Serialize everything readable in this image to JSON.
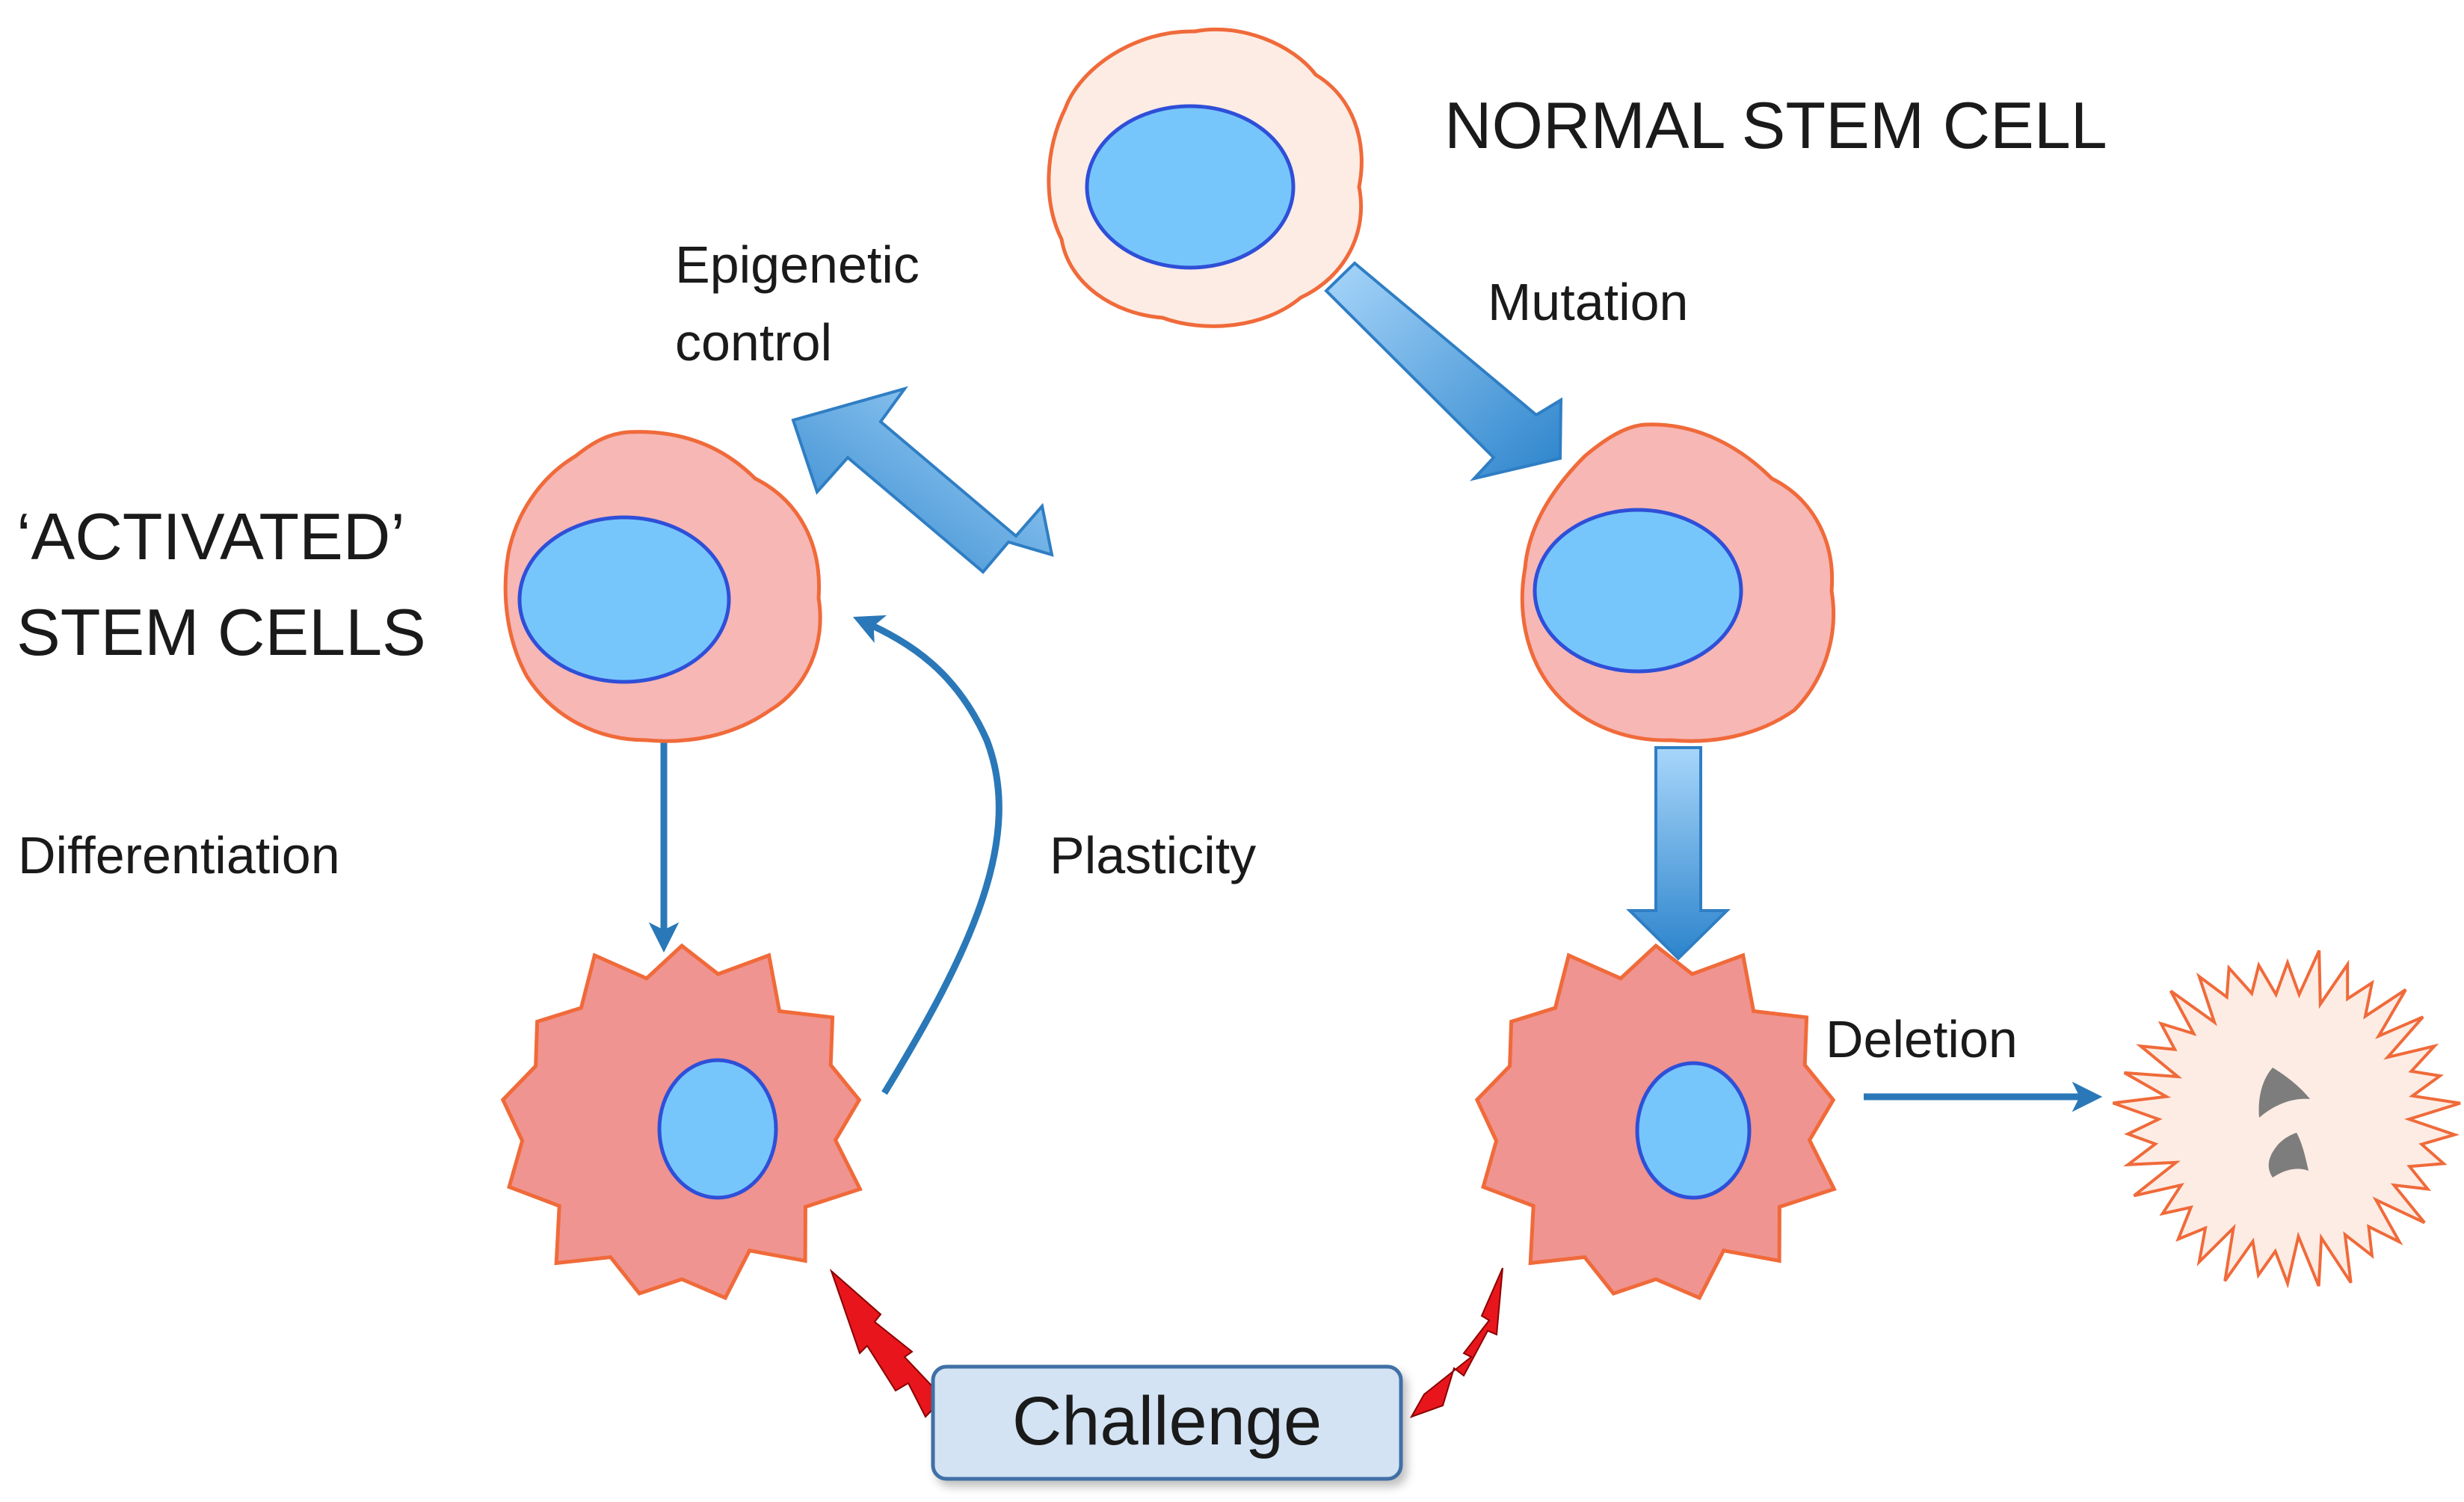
{
  "labels": {
    "normal_stem_cell": "NORMAL STEM CELL",
    "activated_line1": "‘ACTIVATED’",
    "activated_line2": "STEM CELLS",
    "epigenetic_line1": "Epigenetic",
    "epigenetic_line2": "control",
    "mutation": "Mutation",
    "differentiation": "Differentiation",
    "plasticity": "Plasticity",
    "deletion": "Deletion",
    "challenge": "Challenge"
  },
  "colors": {
    "nucleus_fill": "#77c6fb",
    "nucleus_stroke": "#2f4fd8",
    "normal_cell_fill": "#fdece4",
    "cell_stroke": "#f06a3a",
    "activated_cell_fill": "#f6b7b5",
    "differentiated_cell_fill": "#ef9490",
    "thin_arrow": "#2a78b8",
    "thick_arrow_light": "#9fd0f7",
    "thick_arrow_dark": "#2f88cf",
    "lightning": "#e8161c",
    "challenge_box_fill": "#d3e3f3",
    "challenge_box_stroke": "#3f70a6",
    "debris": "#7d7d7d"
  }
}
